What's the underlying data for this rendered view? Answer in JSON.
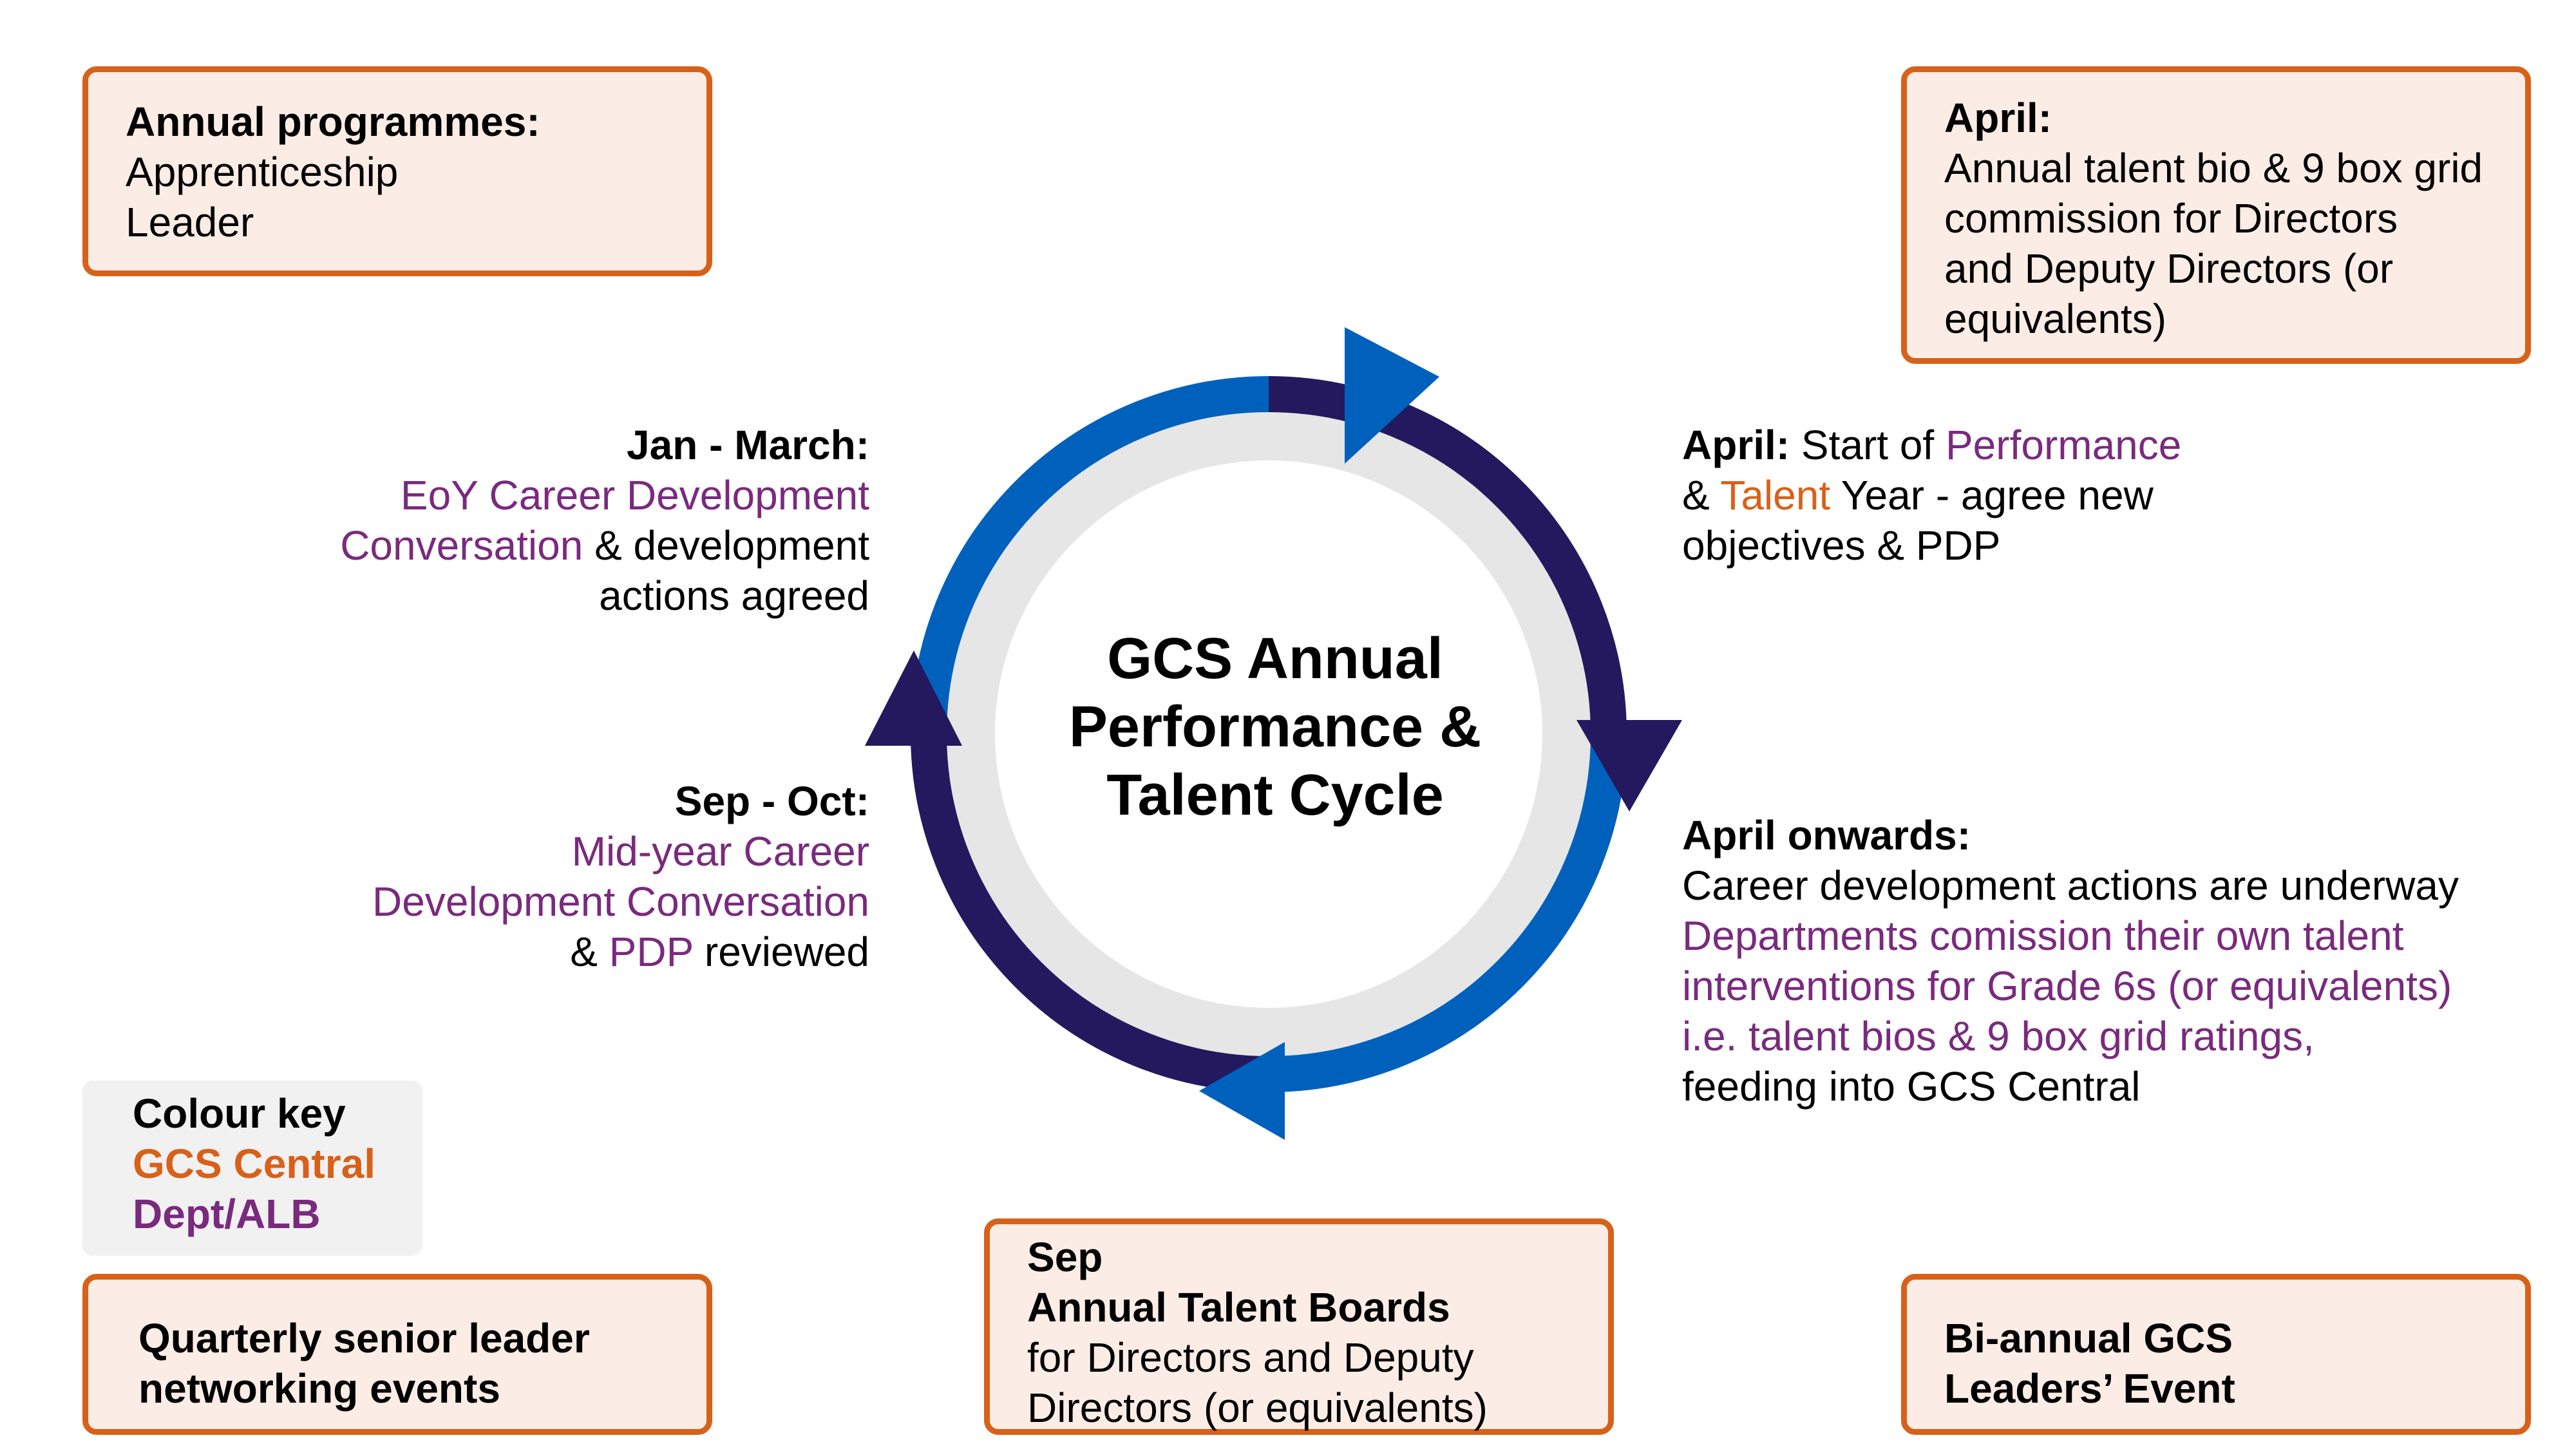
{
  "center_title": [
    "GCS Annual",
    "Performance &",
    "Talent Cycle"
  ],
  "boxes": {
    "annual_programmes": {
      "heading": "Annual programmes:",
      "lines": [
        "Apprenticeship",
        "Leader"
      ]
    },
    "april_commission": {
      "heading": "April:",
      "lines": [
        "Annual talent bio & 9 box grid",
        "commission for Directors",
        "and Deputy Directors (or",
        "equivalents)"
      ]
    },
    "quarterly": {
      "lines": [
        "Quarterly senior leader",
        "networking events"
      ]
    },
    "sep_boards": {
      "heading_1": "Sep",
      "heading_2": "Annual Talent Boards",
      "lines": [
        "for Directors and Deputy",
        "Directors (or equivalents)"
      ]
    },
    "biannual": {
      "lines": [
        "Bi-annual GCS",
        "Leaders’ Event"
      ]
    }
  },
  "labels": {
    "jan_march": {
      "heading": "Jan - March:",
      "l1": "EoY Career Development",
      "l2_a": "Conversation",
      "l2_b": " & development",
      "l3": "actions agreed"
    },
    "sep_oct": {
      "heading": "Sep - Oct:",
      "l1": "Mid-year Career",
      "l2": "Development Conversation",
      "l3_a": "& ",
      "l3_b": "PDP",
      "l3_c": " reviewed"
    },
    "april_start": {
      "heading": "April:",
      "l1_a": " Start of ",
      "l1_b": "Performance",
      "l2_a": "& ",
      "l2_b": "Talent",
      "l2_c": " Year - agree new",
      "l3": "objectives & PDP"
    },
    "april_onwards": {
      "heading": "April onwards:",
      "l1": "Career development actions are underway",
      "l2": "Departments comission their own talent",
      "l3": "interventions for Grade 6s (or equivalents)",
      "l4": "i.e. talent bios & 9 box grid ratings,",
      "l5": "feeding into GCS Central"
    }
  },
  "colour_key": {
    "title": "Colour key",
    "central": "GCS Central",
    "dept": "Dept/ALB"
  },
  "colors": {
    "box_border": "#D86119",
    "box_fill": "#FBEDE5",
    "purple": "#7A2A7E",
    "orange": "#D86119",
    "navy": "#24195E",
    "blue": "#0061BD",
    "inner_circle": "#E6E6E6"
  }
}
